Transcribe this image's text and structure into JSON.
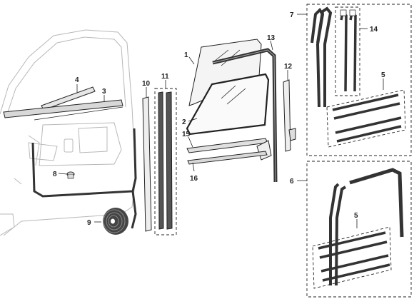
{
  "labels": {
    "l1": "1",
    "l2": "2",
    "l3": "3",
    "l4": "4",
    "l5a": "5",
    "l5b": "5",
    "l6": "6",
    "l7": "7",
    "l8": "8",
    "l9": "9",
    "l10": "10",
    "l11": "11",
    "l12": "12",
    "l13": "13",
    "l14": "14",
    "l15": "15",
    "l16": "16"
  },
  "colors": {
    "line": "#222222",
    "ghost": "#b8b8b8",
    "glass": "#f4f4f4",
    "seal": "#555555",
    "dark": "#333333"
  }
}
